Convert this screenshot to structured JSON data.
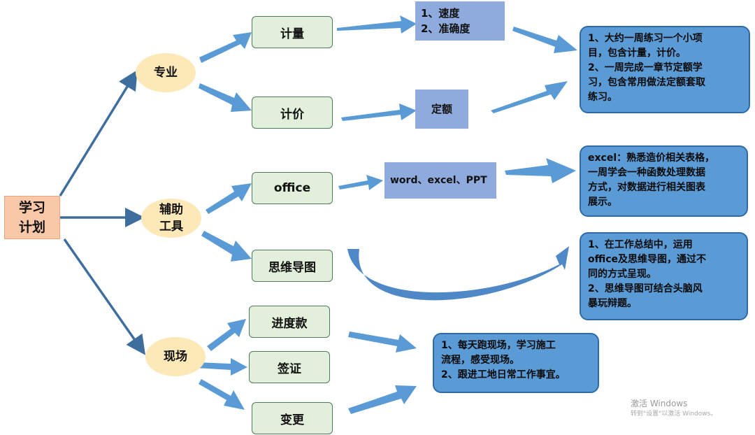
{
  "root": "学习\n计划",
  "categories": {
    "zhuanye": "专业",
    "fuzhu": "辅助\n工具",
    "xianchang": "现场"
  },
  "items": {
    "jiliang": "计量",
    "jijia": "计价",
    "office": "office",
    "siwei": "思维导图",
    "jindukuan": "进度款",
    "qianzheng": "签证",
    "biangeng": "变更"
  },
  "details": {
    "jiliang": "1、速度\n2、准确度",
    "jijia": "定额",
    "office": "word、excel、PPT"
  },
  "notes": {
    "zhuanye": "1、大约一周练习一个小项\n目，包含计量，计价。\n2、一周完成一章节定额学\n习，包含常用做法定额套取\n练习。",
    "office": "excel：熟悉造价相关表格，\n一周学会一种函数处理数据\n方式，对数据进行相关图表\n展示。",
    "siwei": "1、在工作总结中，运用\noffice及思维导图，通过不\n同的方式呈现。\n2、思维导图可结合头脑风\n暴玩辩题。",
    "xianchang": "1、每天跑现场，学习施工\n流程，感受现场。\n2、跟进工地日常工作事宜。"
  },
  "watermark": {
    "line1": "激活 Windows",
    "line2": "转到\"设置\"以激活 Windows。"
  },
  "colors": {
    "arrow": "#5b9bd5",
    "line": "#3e6e9e",
    "root_fill": "#f8c8a8",
    "category_fill": "#fde9b8",
    "item_fill": "#e2efda",
    "detail_fill": "#8faadc",
    "note_fill": "#5b9bd5"
  }
}
